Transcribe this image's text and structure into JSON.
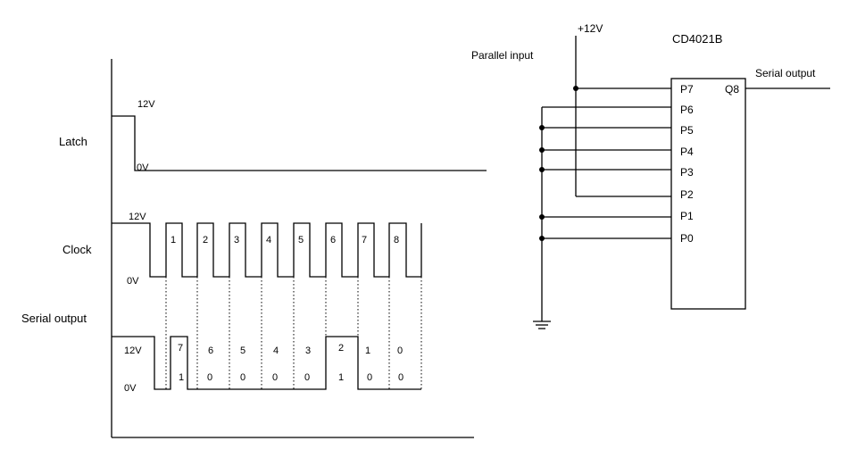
{
  "timing": {
    "latch_label": "Latch",
    "clock_label": "Clock",
    "serial_label": "Serial output",
    "latch_high": "12V",
    "latch_low": "0V",
    "clock_high": "12V",
    "clock_low": "0V",
    "serial_high": "12V",
    "serial_low": "0V",
    "clock_pulses": [
      "1",
      "2",
      "3",
      "4",
      "5",
      "6",
      "7",
      "8"
    ],
    "serial_bit_names": [
      "7",
      "6",
      "5",
      "4",
      "3",
      "2",
      "1",
      "0"
    ],
    "serial_bit_values": [
      "1",
      "0",
      "0",
      "0",
      "0",
      "1",
      "0",
      "0"
    ]
  },
  "circuit": {
    "chip_name": "CD4021B",
    "supply_label": "+12V",
    "parallel_input_label": "Parallel input",
    "serial_output_label": "Serial output",
    "output_pin": "Q8",
    "pins": [
      "P7",
      "P6",
      "P5",
      "P4",
      "P3",
      "P2",
      "P1",
      "P0"
    ]
  }
}
